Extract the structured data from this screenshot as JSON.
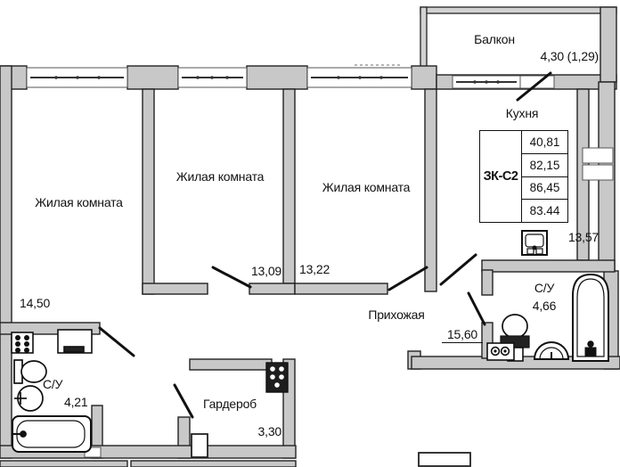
{
  "rooms": {
    "living1": {
      "label": "Жилая комната",
      "area": "14,50"
    },
    "living2": {
      "label": "Жилая комната",
      "area": "13,09"
    },
    "living3": {
      "label": "Жилая комната",
      "area": "13,22"
    },
    "kitchen": {
      "label": "Кухня",
      "area": "13,57"
    },
    "hallway": {
      "label": "Прихожая",
      "area": "15,60"
    },
    "bathroom_left": {
      "label": "С/У",
      "area": "4,21"
    },
    "bathroom_right": {
      "label": "С/У",
      "area": "4,66"
    },
    "wardrobe": {
      "label": "Гардероб",
      "area": "3,30"
    },
    "balcony": {
      "label": "Балкон",
      "area": "4,30 (1,29)"
    }
  },
  "stamp": {
    "code": "ЗК-С2",
    "rows": [
      "40,81",
      "82,15",
      "86,45",
      "83.44"
    ]
  },
  "colors": {
    "wall_fill": "#c8c8c8",
    "balcony_fill": "#d2d2d2",
    "outline": "#222222"
  }
}
